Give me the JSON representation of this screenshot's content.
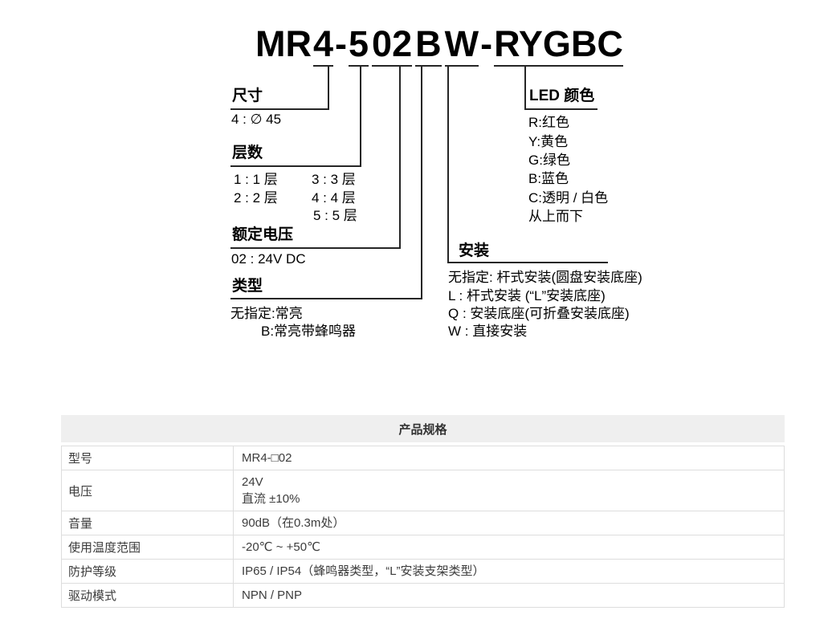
{
  "diagram": {
    "title_segments": [
      "MR",
      "4",
      "-",
      "5",
      "02",
      "B",
      "W",
      "-",
      "RYGBC"
    ],
    "size": {
      "label": "尺寸",
      "value": "4 : ∅ 45"
    },
    "layers": {
      "label": "层数",
      "row1_col1": "1 : 1 层",
      "row1_col2": "3 : 3 层",
      "row2_col1": "2 : 2 层",
      "row2_col2": "4 : 4 层",
      "row3_col2": "5 : 5 层"
    },
    "voltage": {
      "label": "额定电压",
      "value": "02 : 24V DC"
    },
    "type": {
      "label": "类型",
      "items": [
        "无指定:常亮",
        "B:常亮带蜂鸣器"
      ]
    },
    "mount": {
      "label": "安装",
      "items": [
        "无指定: 杆式安装(圆盘安装底座)",
        "L : 杆式安装 (“L”安装底座)",
        "Q : 安装底座(可折叠安装底座)",
        "W : 直接安装"
      ]
    },
    "led": {
      "label": "LED 颜色",
      "items": [
        "R:红色",
        "Y:黄色",
        "G:绿色",
        "B:蓝色",
        "C:透明 / 白色",
        "从上而下"
      ]
    }
  },
  "spec_table": {
    "header": "产品规格",
    "rows": [
      {
        "label": "型号",
        "value": "MR4-□02"
      },
      {
        "label": "电压",
        "value": "24V",
        "value2": "直流 ±10%"
      },
      {
        "label": "音量",
        "value": "90dB（在0.3m处）"
      },
      {
        "label": "使用温度范围",
        "value": "-20℃ ~ +50℃"
      },
      {
        "label": "防护等级",
        "value": "IP65 / IP54（蜂鸣器类型，“L”安装支架类型）"
      },
      {
        "label": "驱动模式",
        "value": "NPN / PNP"
      }
    ]
  },
  "colors": {
    "diagram_line": "#262626",
    "table_header_bg": "#efefef",
    "table_border": "#dddddd",
    "text": "#000000"
  }
}
